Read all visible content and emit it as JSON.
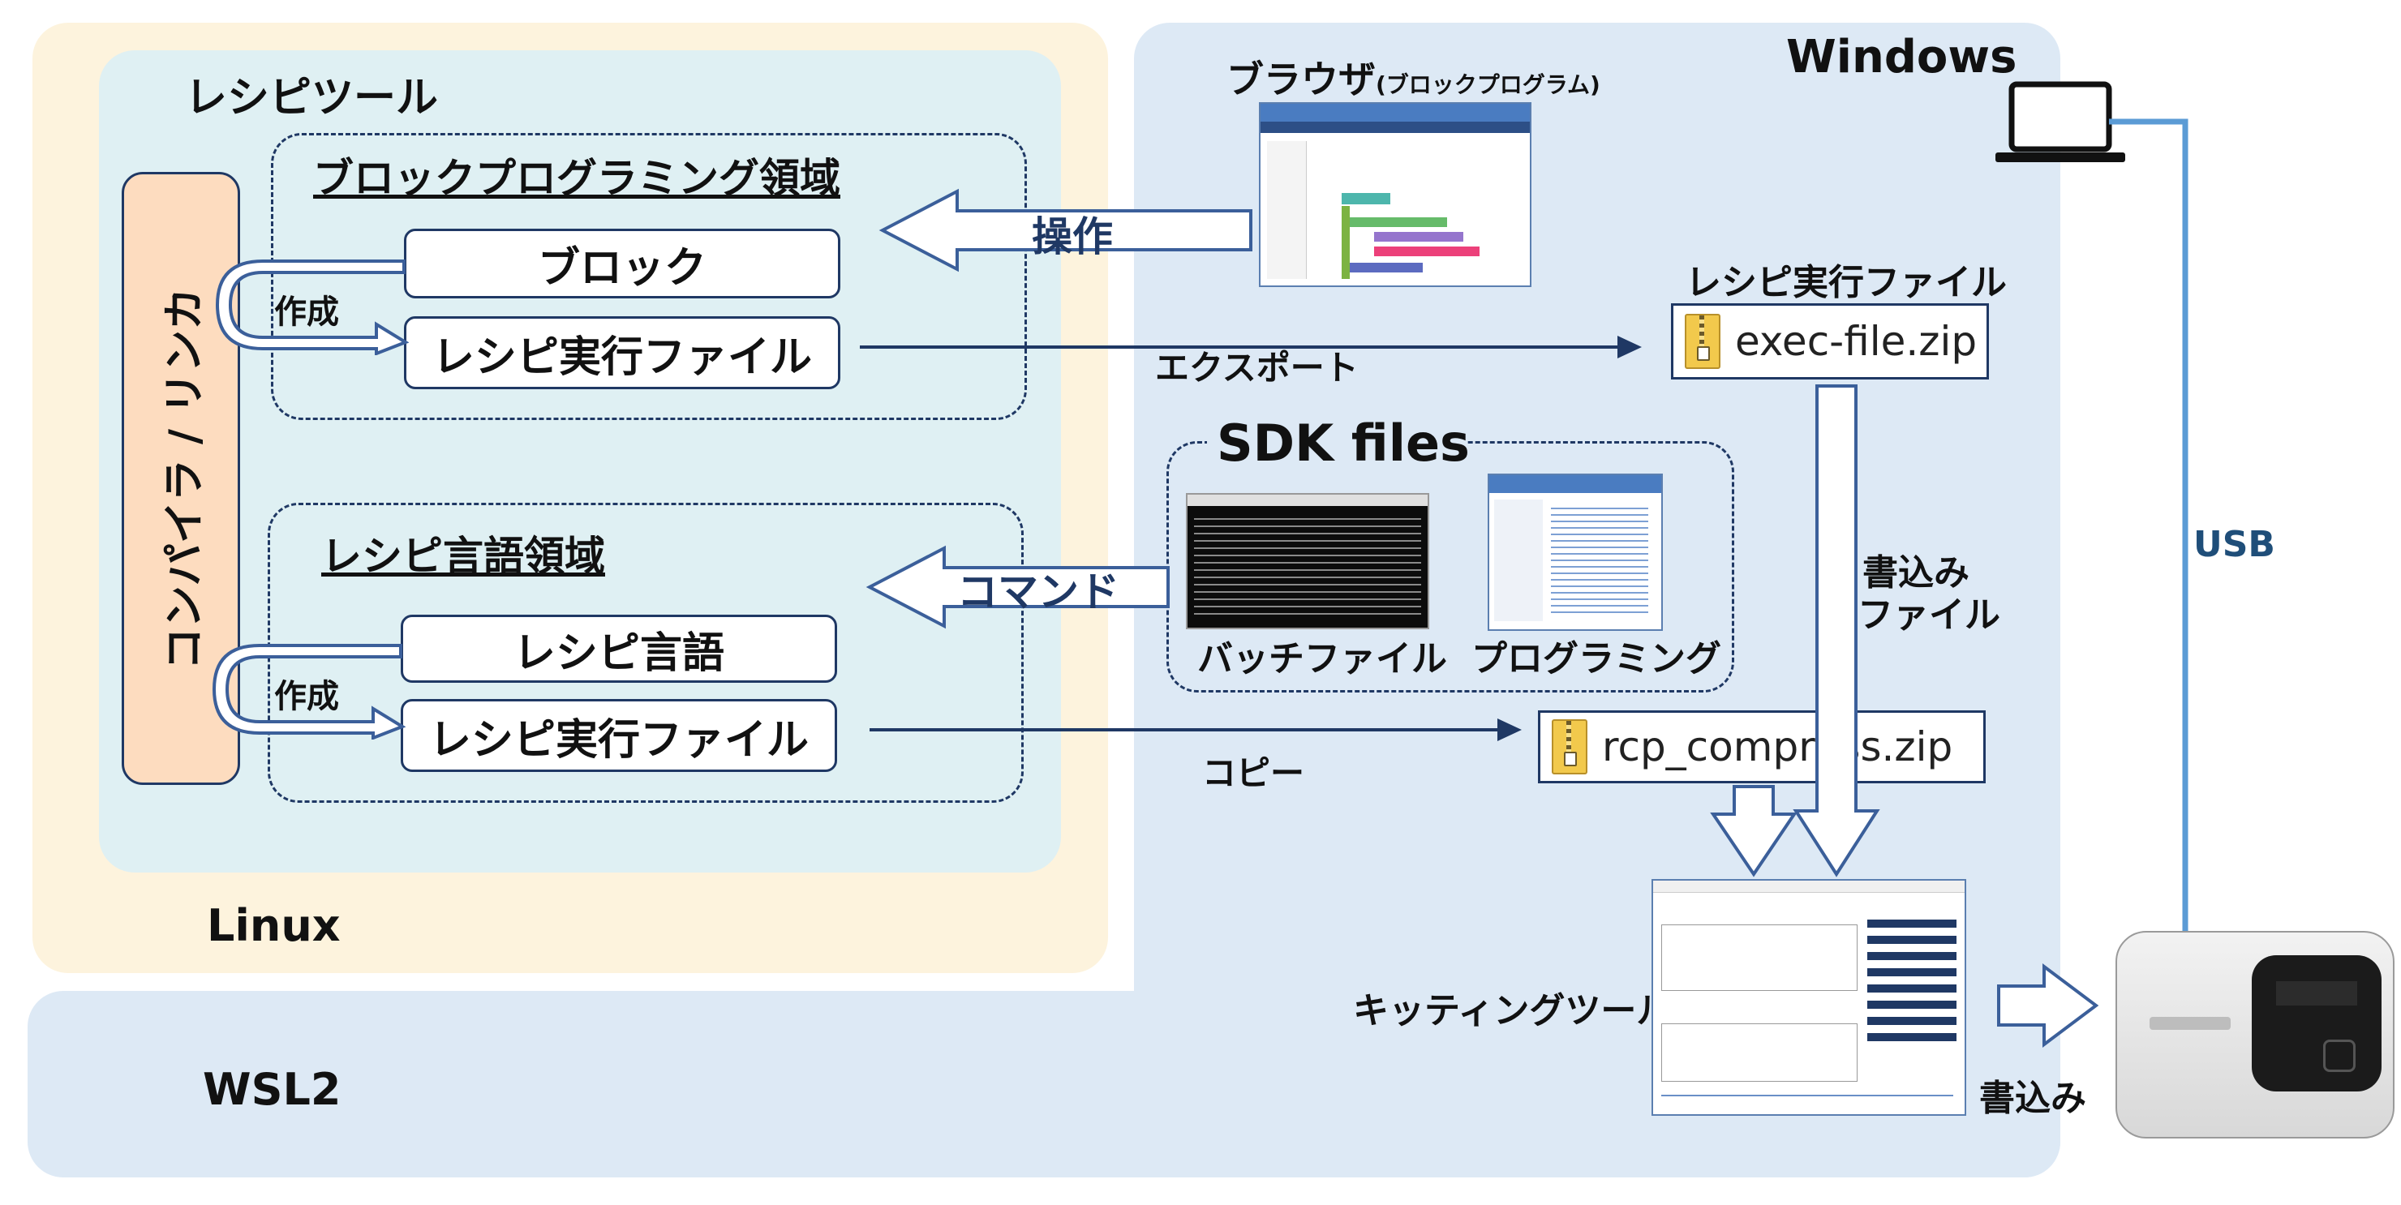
{
  "linux": {
    "label": "Linux"
  },
  "wsl": {
    "label": "WSL2"
  },
  "windows": {
    "label": "Windows"
  },
  "recipe_tool": {
    "title": "レシピツール",
    "compiler_linker": "コンパイラ / リンカ",
    "block_area": {
      "title": "ブロックプログラミング領域",
      "block_label": "ブロック",
      "exec_label": "レシピ実行ファイル",
      "create_label": "作成"
    },
    "lang_area": {
      "title": "レシピ言語領域",
      "lang_label": "レシピ言語",
      "exec_label": "レシピ実行ファイル",
      "create_label": "作成"
    }
  },
  "browser": {
    "title": "ブラウザ",
    "subtitle": "(ブロックプログラム)"
  },
  "arrows": {
    "operation": "操作",
    "command": "コマンド",
    "export": "エクスポート",
    "copy": "コピー",
    "write_file_line1": "書込み",
    "write_file_line2": "ファイル",
    "write": "書込み",
    "usb": "USB"
  },
  "exec_file": {
    "title": "レシピ実行ファイル",
    "filename": "exec-file.zip"
  },
  "sdk": {
    "title": "SDK files",
    "batch_label": "バッチファイル",
    "programming_label": "プログラミング"
  },
  "rcp_file": {
    "filename": "rcp_compress.zip"
  },
  "kitting_tool": {
    "label": "キッティングツール"
  },
  "colors": {
    "linux_bg": "#fdf3dd",
    "recipe_bg": "#dff0f3",
    "windows_bg": "#dde9f5",
    "compiler_bg": "#fddcbf",
    "usb_line": "#5b9bd5",
    "usb_text": "#1f4e79",
    "arrow_stroke": "#3b5f9a"
  }
}
